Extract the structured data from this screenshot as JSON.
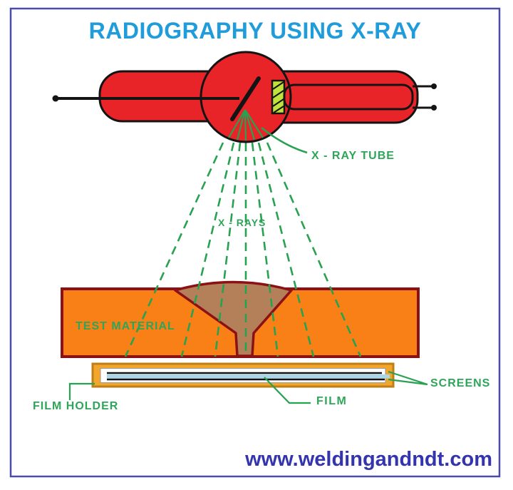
{
  "title": "RADIOGRAPHY USING X-RAY",
  "labels": {
    "xray_tube": "X - RAY TUBE",
    "xrays": "X - RAYS",
    "test_material": "TEST MATERIAL",
    "film_holder": "FILM HOLDER",
    "film": "FILM",
    "screens": "SCREENS"
  },
  "footer": {
    "website": "www.weldingandndt.com"
  },
  "colors": {
    "frame": "#4B4BA8",
    "title_text": "#1F9CD9",
    "label_text": "#2EA558",
    "ray_green": "#28A150",
    "tube_red": "#E92429",
    "outline": "#141414",
    "filament_green": "#BFE23C",
    "material_orange": "#F97F17",
    "maroon": "#8C1114",
    "weld_brown": "#B3805A",
    "holder_amber": "#F2A62B",
    "holder_border": "#BE7F17",
    "film_blue": "#A9D7E8",
    "website_text": "#3434AE"
  }
}
